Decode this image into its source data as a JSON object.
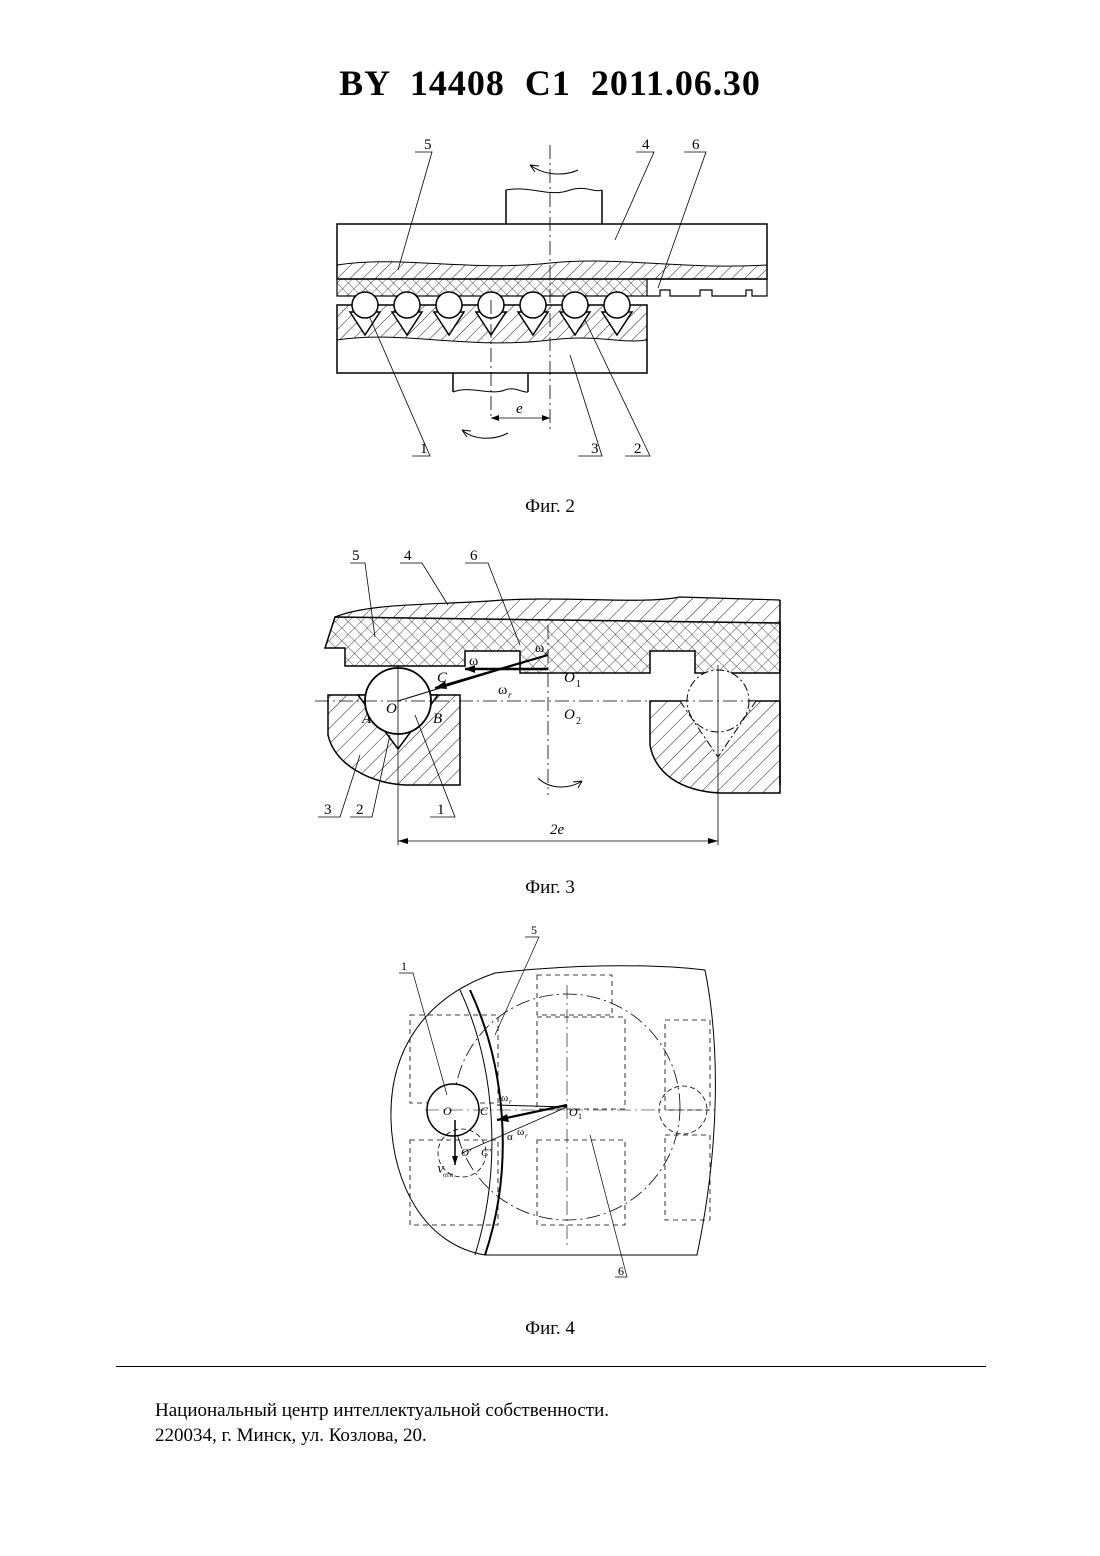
{
  "document": {
    "header": "BY 14408 C1 2011.06.30",
    "figures": [
      {
        "caption": "Фиг. 2",
        "labels": {
          "l1": "1",
          "l2": "2",
          "l3": "3",
          "l4": "4",
          "l5": "5",
          "l6": "6",
          "dim_e": "e"
        }
      },
      {
        "caption": "Фиг. 3",
        "labels": {
          "l1": "1",
          "l2": "2",
          "l3": "3",
          "l4": "4",
          "l5": "5",
          "l6": "6",
          "A": "A",
          "B": "B",
          "C": "C",
          "O": "O",
          "O1": "O",
          "O1_sub": "1",
          "O2": "O",
          "O2_sub": "2",
          "omega": "ω",
          "omega_e": "ω",
          "omega_e_sub": "e",
          "omega_r": "ω",
          "omega_r_sub": "r",
          "dim_2e": "2e"
        }
      },
      {
        "caption": "Фиг. 4",
        "labels": {
          "l1": "1",
          "l5": "5",
          "l6": "6",
          "O": "O",
          "O1": "O",
          "O1_sub": "1",
          "O_prime": "O'",
          "C": "C",
          "C_prime": "C'",
          "alpha": "α",
          "omega_r": "ω",
          "omega_r_sub": "r",
          "omega_r2": "ω",
          "omega_r2_sub": "r",
          "V": "V",
          "V_sub": "отн"
        }
      }
    ],
    "footer": {
      "line1": "Национальный центр интеллектуальной собственности.",
      "line2": "220034, г. Минск, ул. Козлова, 20."
    }
  }
}
